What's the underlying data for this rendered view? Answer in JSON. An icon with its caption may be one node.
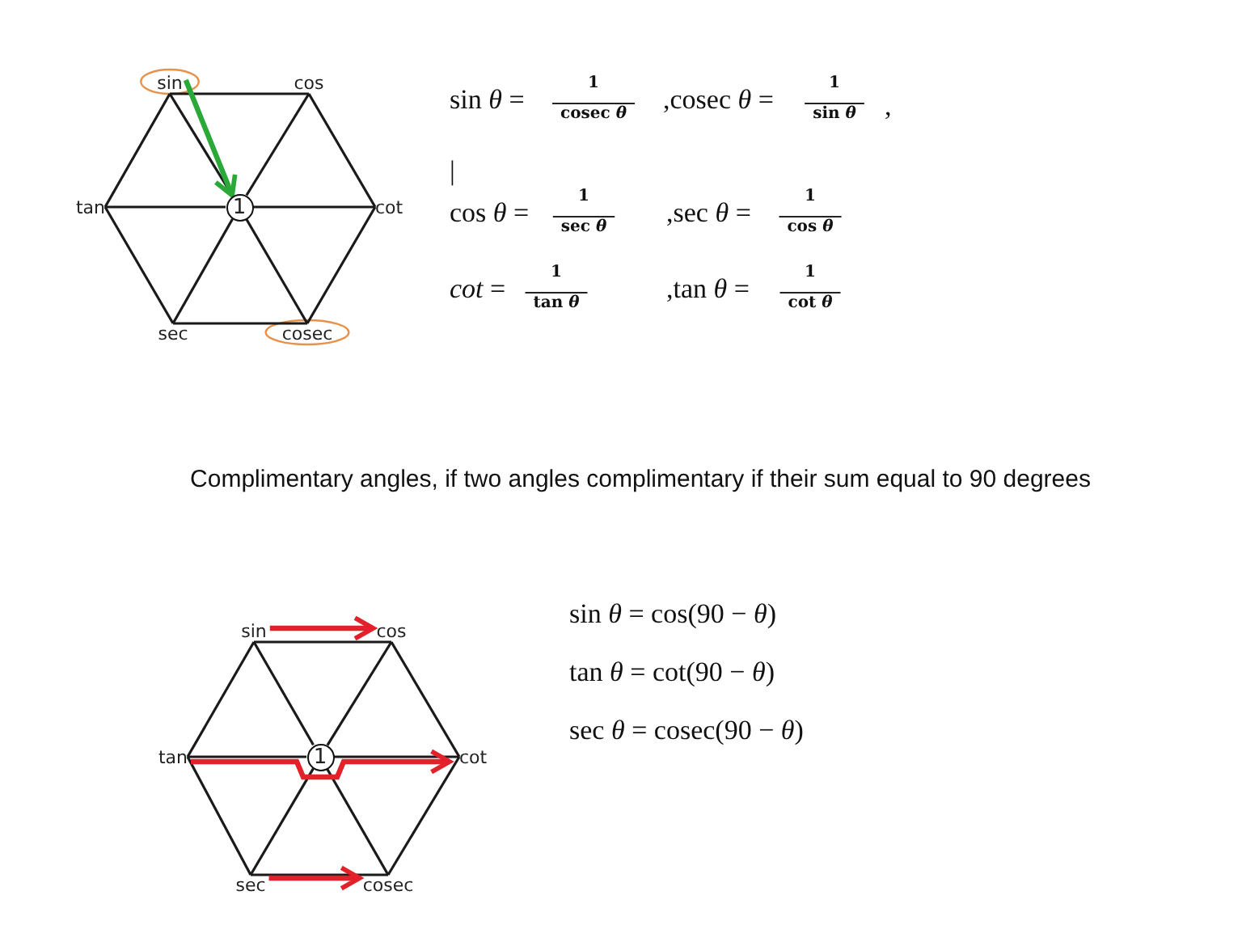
{
  "diagram": {
    "nodes": [
      {
        "text": [
          "sin"
        ]
      },
      {
        "text": [
          "cos"
        ]
      },
      {
        "text": [
          "tan"
        ]
      },
      {
        "text": [
          "1"
        ]
      },
      {
        "text": [
          "cot"
        ]
      },
      {
        "text": [
          "sec"
        ]
      },
      {
        "text": [
          "cosec"
        ]
      },
      {
        "text": [
          "sin"
        ]
      },
      {
        "text": [
          "cos"
        ]
      },
      {
        "text": [
          "tan"
        ]
      },
      {
        "text": [
          "1"
        ]
      },
      {
        "text": [
          "cot"
        ]
      },
      {
        "text": [
          "sec"
        ]
      },
      {
        "text": [
          "cosec"
        ]
      }
    ],
    "edges": [
      {
        "from": 0,
        "to": 1,
        "arrow": "none"
      },
      {
        "from": 1,
        "to": 4,
        "arrow": "none"
      },
      {
        "from": 4,
        "to": 6,
        "arrow": "none"
      },
      {
        "from": 6,
        "to": 5,
        "arrow": "none"
      },
      {
        "from": 5,
        "to": 2,
        "arrow": "none"
      },
      {
        "from": 2,
        "to": 0,
        "arrow": "none"
      },
      {
        "from": 0,
        "to": 3,
        "arrow": "none"
      },
      {
        "from": 3,
        "to": 6,
        "arrow": "none"
      },
      {
        "from": 1,
        "to": 3,
        "arrow": "none"
      },
      {
        "from": 3,
        "to": 5,
        "arrow": "none"
      },
      {
        "from": 2,
        "to": 3,
        "arrow": "none"
      },
      {
        "from": 3,
        "to": 4,
        "arrow": "none"
      },
      {
        "from": 0,
        "to": 3,
        "arrow": "to",
        "style": "thick",
        "color": "#2aa838"
      },
      {
        "from": 7,
        "to": 8,
        "arrow": "none"
      },
      {
        "from": 8,
        "to": 11,
        "arrow": "none"
      },
      {
        "from": 11,
        "to": 13,
        "arrow": "none"
      },
      {
        "from": 13,
        "to": 12,
        "arrow": "none"
      },
      {
        "from": 12,
        "to": 9,
        "arrow": "none"
      },
      {
        "from": 9,
        "to": 7,
        "arrow": "none"
      },
      {
        "from": 7,
        "to": 10,
        "arrow": "none"
      },
      {
        "from": 10,
        "to": 13,
        "arrow": "none"
      },
      {
        "from": 8,
        "to": 10,
        "arrow": "none"
      },
      {
        "from": 10,
        "to": 12,
        "arrow": "none"
      },
      {
        "from": 9,
        "to": 10,
        "arrow": "none"
      },
      {
        "from": 10,
        "to": 11,
        "arrow": "none"
      },
      {
        "from": 7,
        "to": 8,
        "arrow": "to",
        "style": "thick",
        "color": "#e4202a"
      },
      {
        "from": 9,
        "to": 11,
        "arrow": "to",
        "style": "thick",
        "color": "#e4202a"
      },
      {
        "from": 12,
        "to": 13,
        "arrow": "to",
        "style": "thick",
        "color": "#e4202a"
      }
    ],
    "labels": [
      "sin *θ* =",
      "1",
      "cosec *θ*",
      ",cosec *θ* =",
      "1",
      "sin *θ*",
      ",",
      "|",
      "cos *θ* =",
      "1",
      "sec *θ*",
      ",sec *θ* =",
      "1",
      "cos *θ*",
      "*cot* =",
      "1",
      "tan *θ*",
      ",tan *θ* =",
      "1",
      "cot *θ*",
      "Complimentary angles, if two angles complimentary if their sum equal to 90 degrees",
      "sin *θ* = cos(90 − *θ*)",
      "tan *θ* = cot(90 − *θ*)",
      "sec *θ* = cosec(90 − *θ*)"
    ]
  }
}
